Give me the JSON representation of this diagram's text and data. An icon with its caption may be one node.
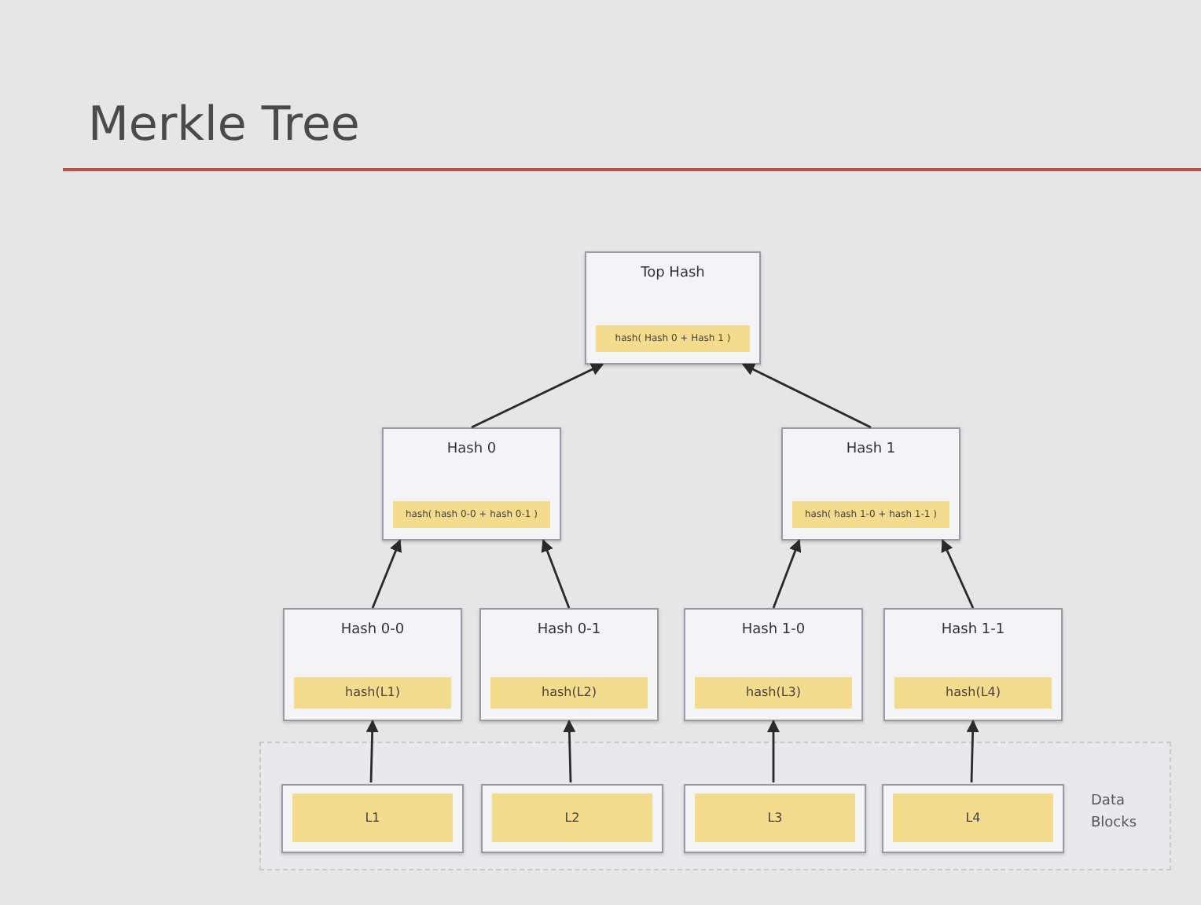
{
  "diagram": {
    "title": "Merkle Tree",
    "nodes": [
      {
        "text": [
          "Top Hash",
          "hash( Hash 0 + Hash 1 )"
        ]
      },
      {
        "text": [
          "Hash 0",
          "hash( hash 0-0 + hash 0-1 )"
        ]
      },
      {
        "text": [
          "Hash 1",
          "hash( hash 1-0 + hash 1-1 )"
        ]
      },
      {
        "text": [
          "Hash 0-0",
          "hash(L1)"
        ]
      },
      {
        "text": [
          "Hash 0-1",
          "hash(L2)"
        ]
      },
      {
        "text": [
          "Hash 1-0",
          "hash(L3)"
        ]
      },
      {
        "text": [
          "Hash 1-1",
          "hash(L4)"
        ]
      },
      {
        "text": [
          "Data Blocks"
        ]
      },
      {
        "text": [
          "L1"
        ],
        "in": 7
      },
      {
        "text": [
          "L2"
        ],
        "in": 7
      },
      {
        "text": [
          "L3"
        ],
        "in": 7
      },
      {
        "text": [
          "L4"
        ],
        "in": 7
      }
    ],
    "edges": [
      {
        "from": 1,
        "to": 0,
        "arrow": "to"
      },
      {
        "from": 2,
        "to": 0,
        "arrow": "to"
      },
      {
        "from": 3,
        "to": 1,
        "arrow": "to"
      },
      {
        "from": 4,
        "to": 1,
        "arrow": "to"
      },
      {
        "from": 5,
        "to": 2,
        "arrow": "to"
      },
      {
        "from": 6,
        "to": 2,
        "arrow": "to"
      },
      {
        "from": 8,
        "to": 3,
        "arrow": "to"
      },
      {
        "from": 9,
        "to": 4,
        "arrow": "to"
      },
      {
        "from": 10,
        "to": 5,
        "arrow": "to"
      },
      {
        "from": 11,
        "to": 6,
        "arrow": "to"
      }
    ]
  }
}
